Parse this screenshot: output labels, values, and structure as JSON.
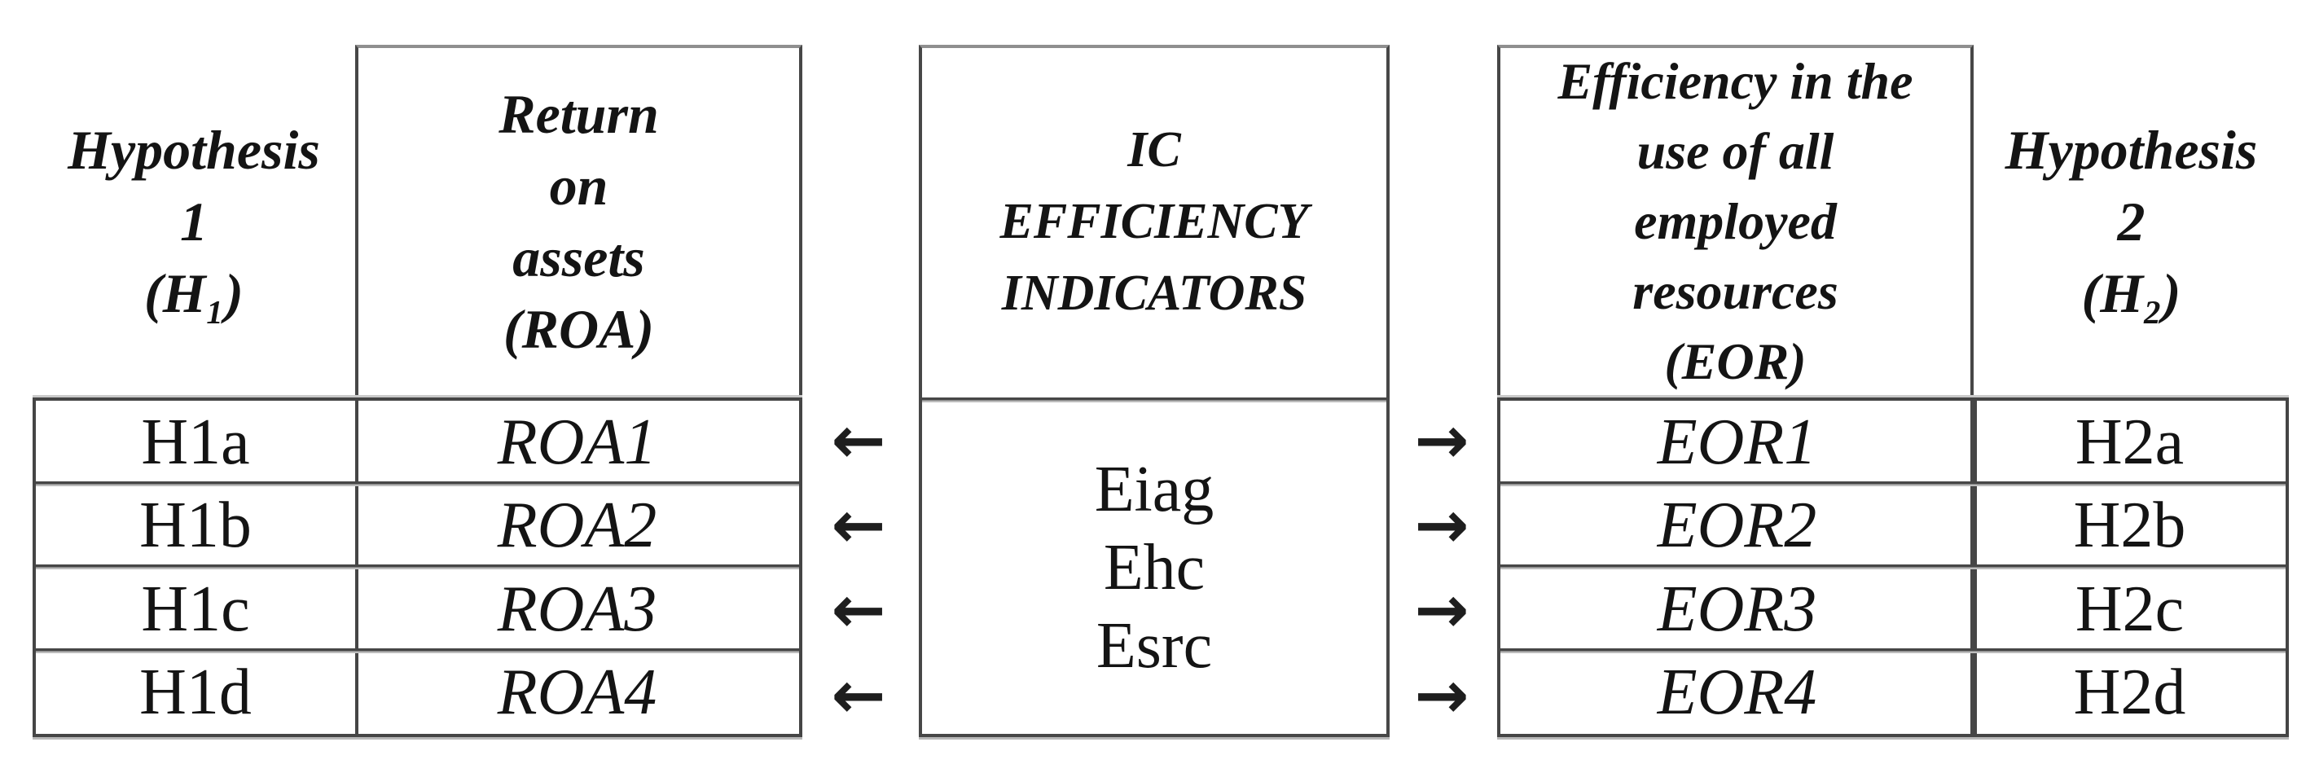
{
  "figure": {
    "columns": {
      "hypothesis1": {
        "header_lines": [
          "Hypothesis",
          "1",
          "(H₁)"
        ]
      },
      "roa": {
        "header_lines": [
          "Return",
          "on",
          "assets",
          "(ROA)"
        ]
      },
      "ic": {
        "header_lines": [
          "IC",
          "EFFICIENCY",
          "INDICATORS"
        ],
        "indicator_lines": [
          "Eiag",
          "Ehc",
          "Esrc"
        ]
      },
      "eor": {
        "header_lines": [
          "Efficiency in the",
          "use of all",
          "employed",
          "resources",
          "(EOR)"
        ]
      },
      "hypothesis2": {
        "header_lines": [
          "Hypothesis",
          "2",
          "(H₂)"
        ]
      }
    },
    "rows": [
      {
        "h1": "H1a",
        "roa": "ROA1",
        "eor": "EOR1",
        "h2": "H2a"
      },
      {
        "h1": "H1b",
        "roa": "ROA2",
        "eor": "EOR2",
        "h2": "H2b"
      },
      {
        "h1": "H1c",
        "roa": "ROA3",
        "eor": "EOR3",
        "h2": "H2c"
      },
      {
        "h1": "H1d",
        "roa": "ROA4",
        "eor": "EOR4",
        "h2": "H2d"
      }
    ],
    "arrows": {
      "left_glyph": "←",
      "right_glyph": "→"
    },
    "colors": {
      "background": "#ffffff",
      "text": "#141414",
      "border": "#474747",
      "border_shadow": "#b8b8b8"
    }
  }
}
